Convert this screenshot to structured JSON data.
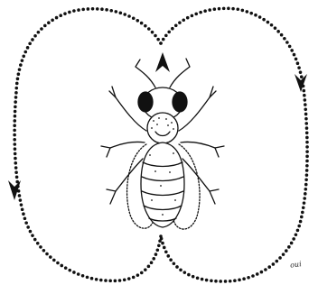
{
  "figure": {
    "subject": "bee",
    "path_style": "dotted",
    "loops": 2,
    "arrow_count": 3,
    "ink_color": "#111111",
    "signature": "oui"
  }
}
